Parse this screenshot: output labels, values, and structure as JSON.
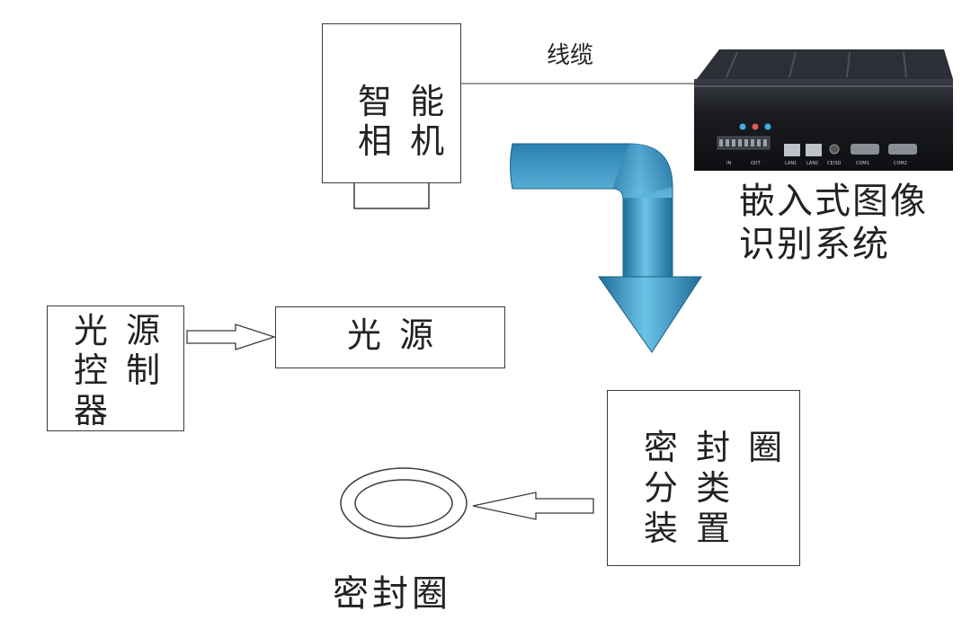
{
  "camera": {
    "label": "智 能\n相 机"
  },
  "cable": {
    "label": "线缆"
  },
  "embedded_system": {
    "label": "嵌入式图像\n识别系统",
    "ports": [
      "IN",
      "OUT",
      "LAN1",
      "LAN2",
      "CE/SD",
      "COM1",
      "COM2"
    ]
  },
  "light_controller": {
    "label": "光 源\n控 制\n器"
  },
  "light_source": {
    "label": "光 源"
  },
  "sorting_device": {
    "label": "密 封 圈\n分 类\n装 置"
  },
  "seal_ring": {
    "label": "密封圈"
  },
  "colors": {
    "stroke": "#3a3a3a",
    "flow_arrow_light": "#6cc3e6",
    "flow_arrow_dark": "#1f6d99",
    "device_body": "#1b1d22"
  }
}
